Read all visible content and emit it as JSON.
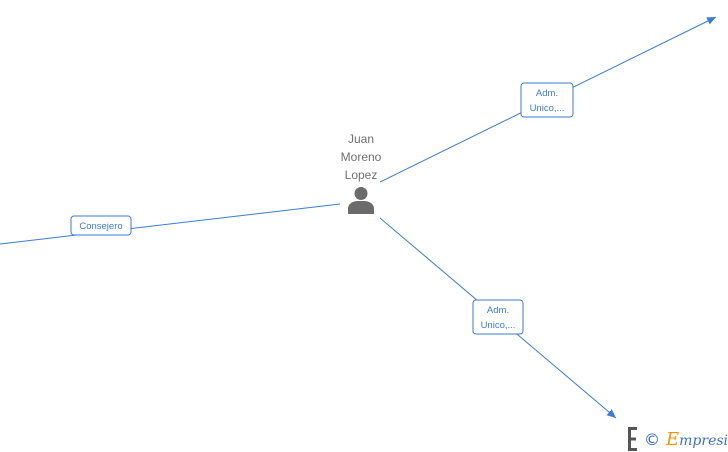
{
  "person": {
    "name_lines": [
      "Juan",
      "Moreno",
      "Lopez"
    ],
    "icon": "person-icon"
  },
  "edges": [
    {
      "label_lines": [
        "Consejero"
      ]
    },
    {
      "label_lines": [
        "Adm.",
        "Unico,..."
      ]
    },
    {
      "label_lines": [
        "Adm.",
        "Unico,..."
      ]
    }
  ],
  "watermark": {
    "copyright": "©",
    "brand_first": "E",
    "brand_rest": "mpresia"
  },
  "colors": {
    "edge": "#3a7bd5",
    "node_text": "#6f6f6f",
    "icon": "#6b6b6b",
    "brand_orange": "#f29400"
  }
}
